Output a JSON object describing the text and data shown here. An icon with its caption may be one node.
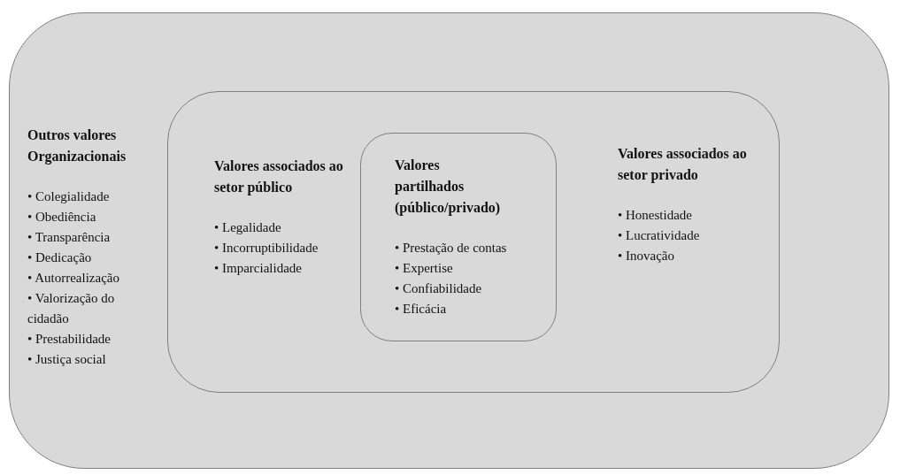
{
  "diagram": {
    "nodes": [
      {
        "text": [
          "Outros valores Organizacionais",
          "• Colegialidade",
          "• Obediência",
          "• Transparência",
          "• Dedicação",
          "• Autorrealização",
          "• Valorização do cidadão",
          "• Prestabilidade",
          "• Justiça social"
        ]
      },
      {
        "text": [
          "Valores associados ao setor público",
          "• Legalidade",
          "• Incorruptibilidade",
          "• Imparcialidade",
          "Valores associados ao setor privado",
          "• Honestidade",
          "• Lucratividade",
          "• Inovação"
        ],
        "in": 0
      },
      {
        "text": [
          "Valores partilhados (público/privado)",
          "• Prestação de contas",
          "• Expertise",
          "• Confiabilidade",
          "• Eficácia"
        ],
        "in": 1
      }
    ]
  }
}
